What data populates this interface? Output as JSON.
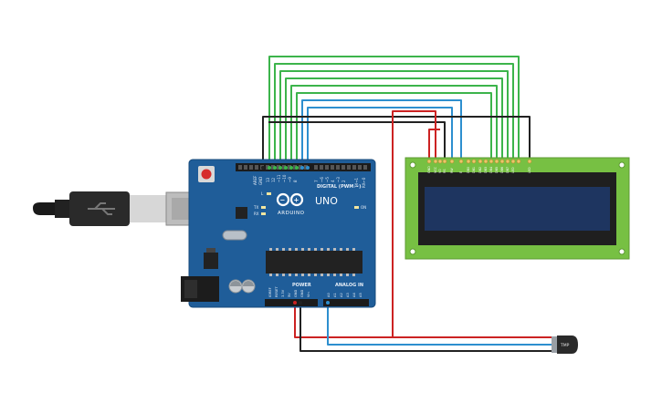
{
  "board": {
    "brand": "ARDUINO",
    "model": "UNO",
    "digital_header": "DIGITAL (PWM ~)",
    "power_header": "POWER",
    "analog_header": "ANALOG IN",
    "aref": "AREF",
    "gnd": "GND",
    "led_l": "L",
    "led_tx": "TX",
    "led_rx": "RX",
    "on_led": "ON",
    "digital_pins": [
      "13",
      "12",
      "~11",
      "~10",
      "~9",
      "8",
      "7",
      "~6",
      "~5",
      "4",
      "~3",
      "2",
      "TX→1",
      "RX←0"
    ],
    "power_pins": [
      "IOREF",
      "RESET",
      "3.3V",
      "5V",
      "GND",
      "GND",
      "Vin"
    ],
    "analog_pins": [
      "A0",
      "A1",
      "A2",
      "A3",
      "A4",
      "A5"
    ]
  },
  "lcd": {
    "pins": [
      "GND",
      "VCC",
      "V0",
      "RS",
      "RW",
      "E",
      "DB0",
      "DB1",
      "DB2",
      "DB3",
      "DB4",
      "DB5",
      "DB6",
      "DB7",
      "LED",
      "LED"
    ]
  },
  "sensor": {
    "label": "TMP"
  },
  "colors": {
    "board": "#1f5d99",
    "pcb_green": "#77c043",
    "lcd_screen": "#1e3560",
    "wire_green": "#3cb44b",
    "wire_blue": "#2d8fcf",
    "wire_black": "#222222",
    "wire_red": "#cc2222"
  }
}
